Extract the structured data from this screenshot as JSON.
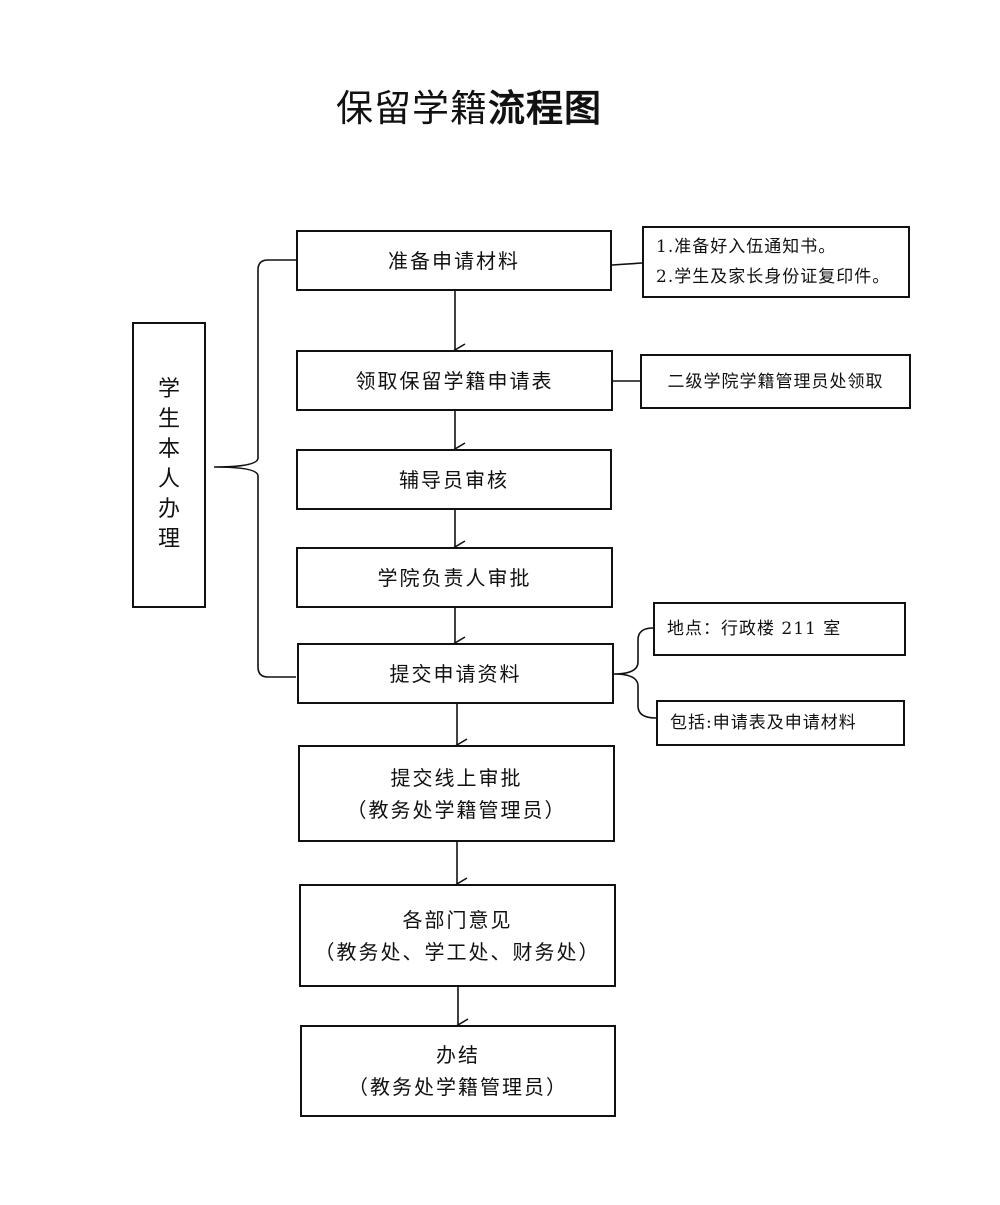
{
  "title": {
    "regular": "保留学籍",
    "bold": "流程图"
  },
  "side_label": [
    "学",
    "生",
    "本",
    "人",
    "办",
    "理"
  ],
  "steps": [
    {
      "id": "prepare",
      "lines": [
        "准备申请材料"
      ]
    },
    {
      "id": "collect-form",
      "lines": [
        "领取保留学籍申请表"
      ]
    },
    {
      "id": "counselor-review",
      "lines": [
        "辅导员审核"
      ]
    },
    {
      "id": "college-approval",
      "lines": [
        "学院负责人审批"
      ]
    },
    {
      "id": "submit-materials",
      "lines": [
        "提交申请资料"
      ]
    },
    {
      "id": "online-approval",
      "lines": [
        "提交线上审批",
        "（教务处学籍管理员）"
      ]
    },
    {
      "id": "department-opinions",
      "lines": [
        "各部门意见",
        "（教务处、学工处、财务处）"
      ]
    },
    {
      "id": "complete",
      "lines": [
        "办结",
        "（教务处学籍管理员）"
      ]
    }
  ],
  "notes": {
    "prepare": [
      "1.准备好入伍通知书。",
      "2.学生及家长身份证复印件。"
    ],
    "collect_form": [
      "二级学院学籍管理员处领取"
    ],
    "location": [
      "地点：行政楼 211 室"
    ],
    "includes": [
      "包括:申请表及申请材料"
    ]
  }
}
